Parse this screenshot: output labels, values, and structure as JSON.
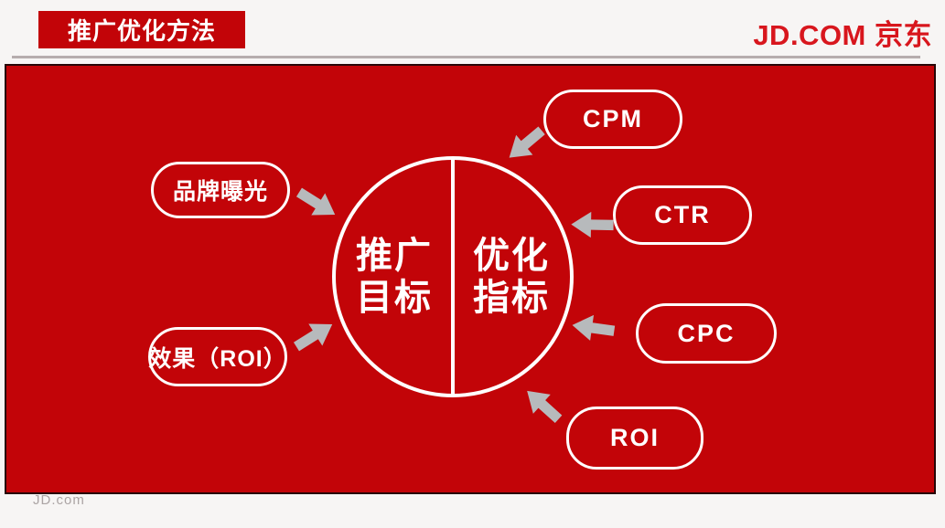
{
  "header": {
    "title": "推广优化方法",
    "logo": "JD.COM 京东"
  },
  "diagram": {
    "center_circle": {
      "left_top": "推广",
      "left_bottom": "目标",
      "right_top": "优化",
      "right_bottom": "指标"
    },
    "left_bubbles": [
      {
        "label": "品牌曝光"
      },
      {
        "label": "效果（ROI）"
      }
    ],
    "right_bubbles": [
      {
        "label": "CPM"
      },
      {
        "label": "CTR"
      },
      {
        "label": "CPC"
      },
      {
        "label": "ROI"
      }
    ]
  },
  "footer": {
    "watermark": "JD.com"
  },
  "colors": {
    "panel_red": "#c20408",
    "title_red": "#c20408",
    "brand_red": "#d8161d",
    "arrow_gray": "#b7babc",
    "header_line_gray": "#b6adad",
    "text_white": "#ffffff"
  }
}
